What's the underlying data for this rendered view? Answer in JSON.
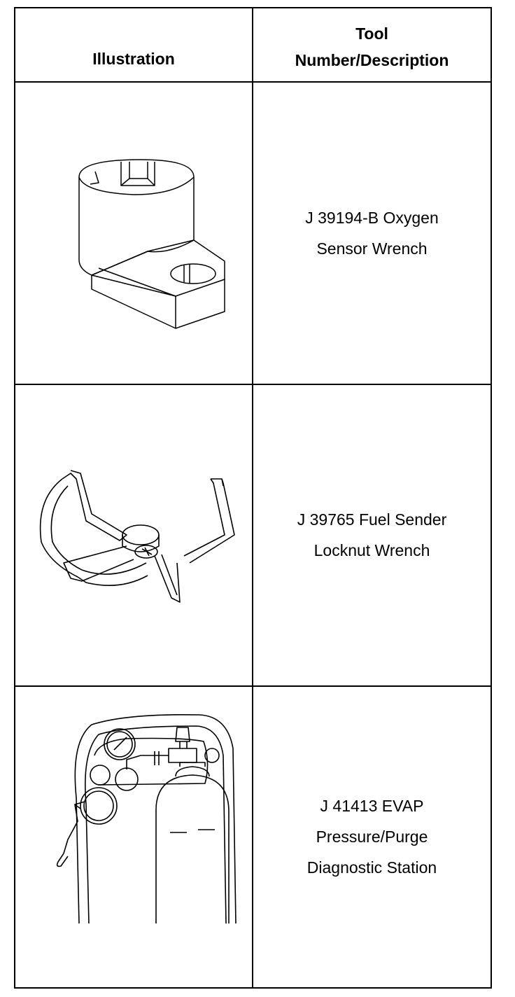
{
  "headers": {
    "illustration": "Illustration",
    "tool_line1": "Tool",
    "tool_line2": "Number/Description"
  },
  "rows": [
    {
      "lines": [
        "J 39194-B Oxygen",
        "Sensor Wrench"
      ],
      "icon": "oxygen-sensor-wrench-icon"
    },
    {
      "lines": [
        "J 39765 Fuel Sender",
        "Locknut Wrench"
      ],
      "icon": "fuel-sender-locknut-wrench-icon"
    },
    {
      "lines": [
        "J 41413 EVAP",
        "Pressure/Purge",
        "Diagnostic Station"
      ],
      "icon": "evap-diagnostic-station-icon"
    }
  ]
}
